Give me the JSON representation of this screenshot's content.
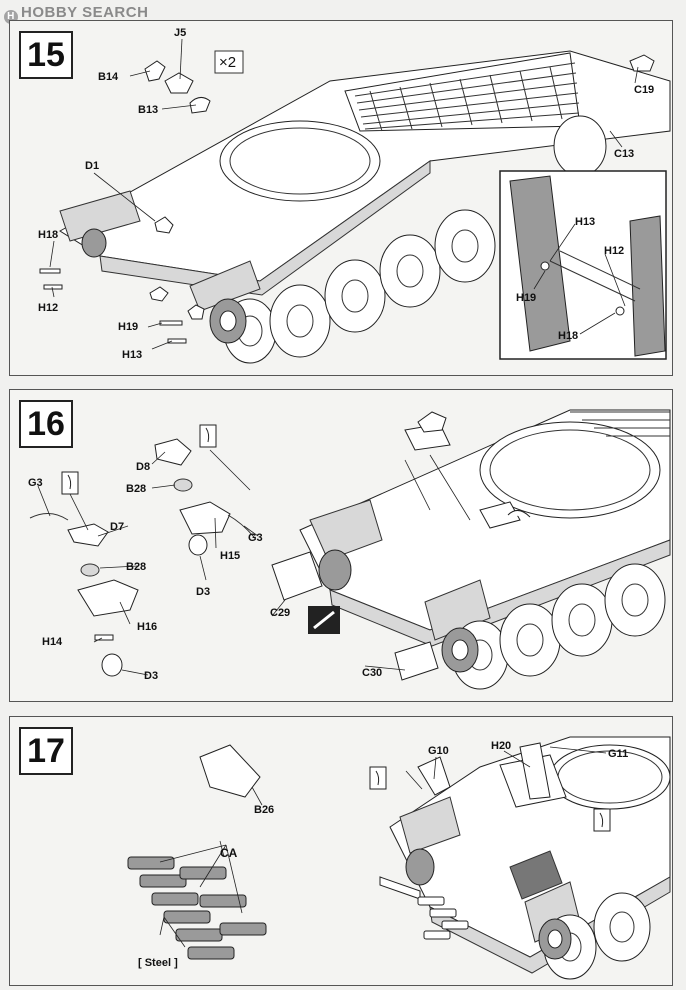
{
  "watermark": "HOBBY SEARCH",
  "steps": [
    {
      "number": "15",
      "labels": {
        "j5": "J5",
        "b14": "B14",
        "b13": "B13",
        "x2": "×2",
        "d1": "D1",
        "h18": "H18",
        "h12": "H12",
        "h19": "H19",
        "h13": "H13",
        "c19": "C19",
        "c13": "C13",
        "ins_h13": "H13",
        "ins_h12": "H12",
        "ins_h19": "H19",
        "ins_h18": "H18"
      }
    },
    {
      "number": "16",
      "labels": {
        "d8": "D8",
        "b28a": "B28",
        "g3a": "G3",
        "d7": "D7",
        "b28b": "B28",
        "h15": "H15",
        "g3b": "G3",
        "d3a": "D3",
        "h16": "H16",
        "h14": "H14",
        "d3b": "D3",
        "c29": "C29",
        "c30": "C30"
      }
    },
    {
      "number": "17",
      "labels": {
        "b26": "B26",
        "ca": "CA",
        "steel": "[ Steel ]",
        "g10": "G10",
        "h20": "H20",
        "g11": "G11"
      }
    }
  ]
}
